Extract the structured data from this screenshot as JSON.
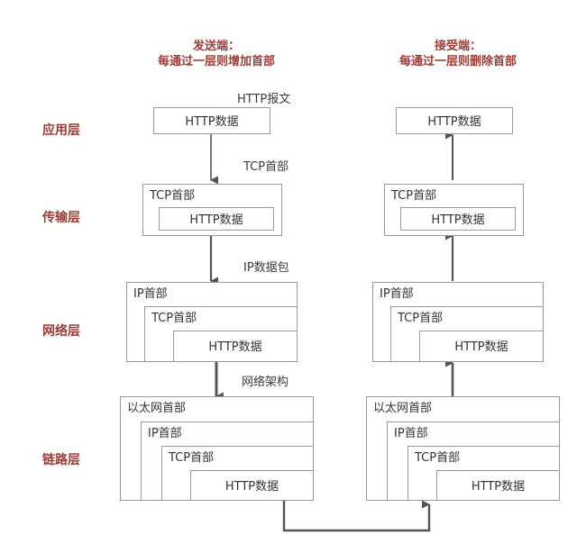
{
  "headings": {
    "sender": {
      "line1": "发送端：",
      "line2": "每通过一层则增加首部"
    },
    "receiver": {
      "line1": "接受端：",
      "line2": "每通过一层则删除首部"
    }
  },
  "layers": [
    {
      "name": "应用层"
    },
    {
      "name": "传输层"
    },
    {
      "name": "网络层"
    },
    {
      "name": "链路层"
    }
  ],
  "captions": {
    "http_message": "HTTP报文",
    "tcp_header": "TCP首部",
    "ip_packet": "IP数据包",
    "network_arch": "网络架构"
  },
  "labels": {
    "http_data": "HTTP数据",
    "tcp_header": "TCP首部",
    "ip_header": "IP首部",
    "ethernet_header": "以太网首部"
  },
  "colors": {
    "accent": "#9e3b35",
    "box_border": "#9a9a9a",
    "arrow": "#555555",
    "text": "#333333",
    "background": "#ffffff"
  }
}
